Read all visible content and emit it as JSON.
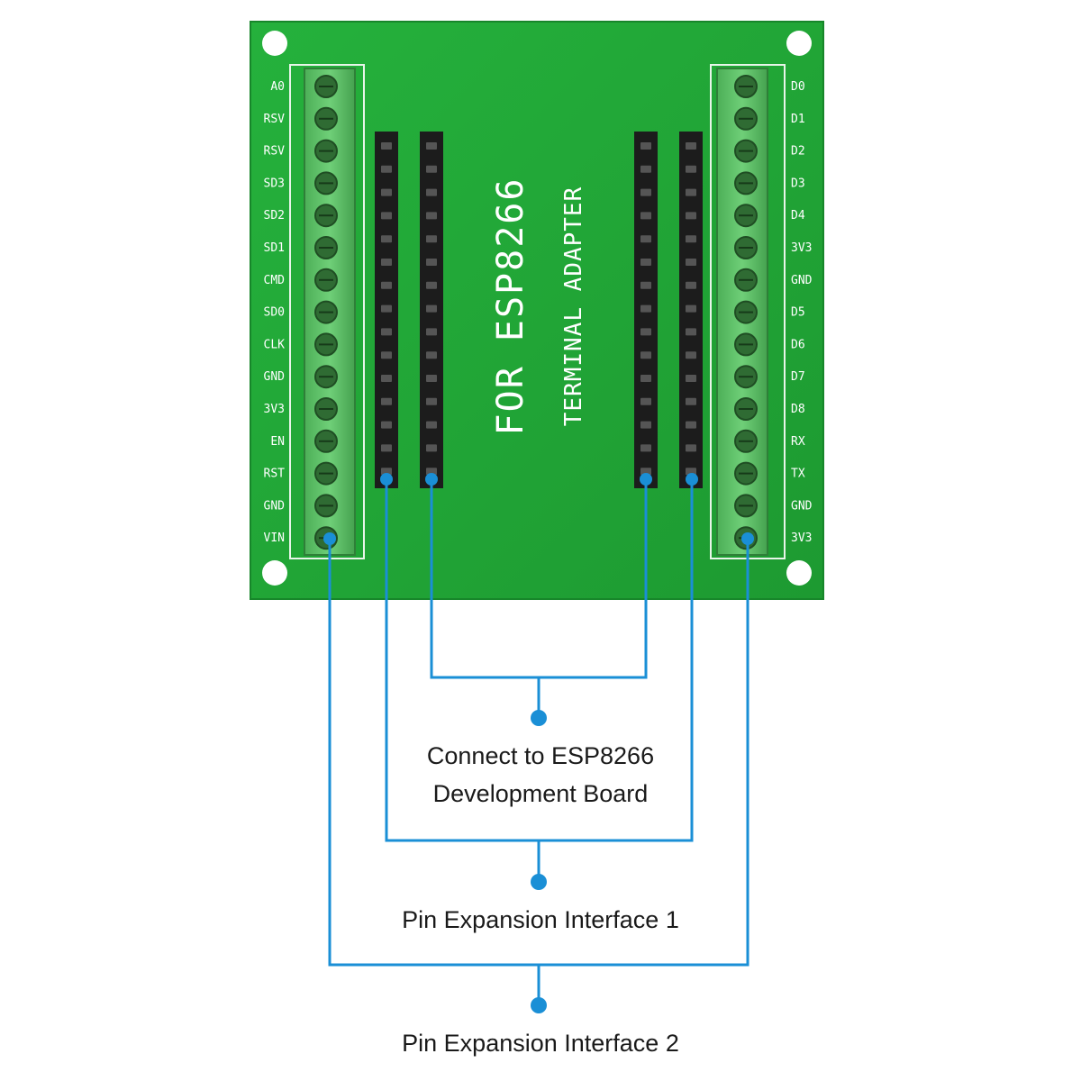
{
  "board": {
    "title_line1": "FOR ESP8266",
    "title_line2": "TERMINAL ADAPTER",
    "left_pins": [
      "A0",
      "RSV",
      "RSV",
      "SD3",
      "SD2",
      "SD1",
      "CMD",
      "SD0",
      "CLK",
      "GND",
      "3V3",
      "EN",
      "RST",
      "GND",
      "VIN"
    ],
    "right_pins": [
      "D0",
      "D1",
      "D2",
      "D3",
      "D4",
      "3V3",
      "GND",
      "D5",
      "D6",
      "D7",
      "D8",
      "RX",
      "TX",
      "GND",
      "3V3"
    ],
    "colors": {
      "pcb": "#21a836",
      "terminal": "#5fbf6a",
      "header": "#1c1c1c",
      "callout": "#1a8fd6"
    }
  },
  "callouts": {
    "dev_board_line1": "Connect to ESP8266",
    "dev_board_line2": "Development Board",
    "expansion_1": "Pin Expansion Interface 1",
    "expansion_2": "Pin Expansion Interface 2"
  }
}
